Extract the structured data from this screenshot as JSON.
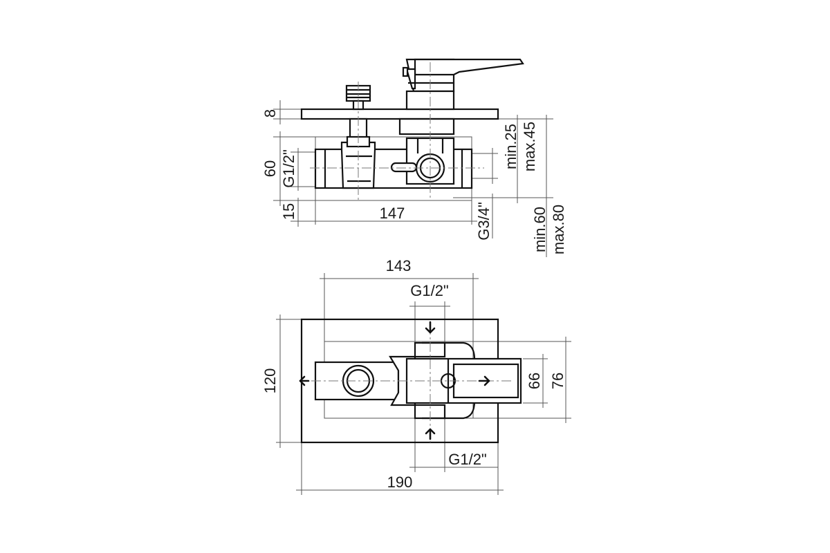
{
  "side_view": {
    "plate_thickness": "8",
    "body_height": "60",
    "inlet_thread": "G1/2\"",
    "rear_offset": "15",
    "body_length": "147",
    "outlet_thread": "G3/4\"",
    "plate_depth_min": "min.25",
    "plate_depth_max": "max.45",
    "install_depth_min": "min.60",
    "install_depth_max": "max.80"
  },
  "front_view": {
    "box_width": "143",
    "top_inlet": "G1/2\"",
    "bottom_inlet": "G1/2\"",
    "plate_height": "120",
    "plate_width": "190",
    "lever_height": "66",
    "box_height": "76"
  }
}
